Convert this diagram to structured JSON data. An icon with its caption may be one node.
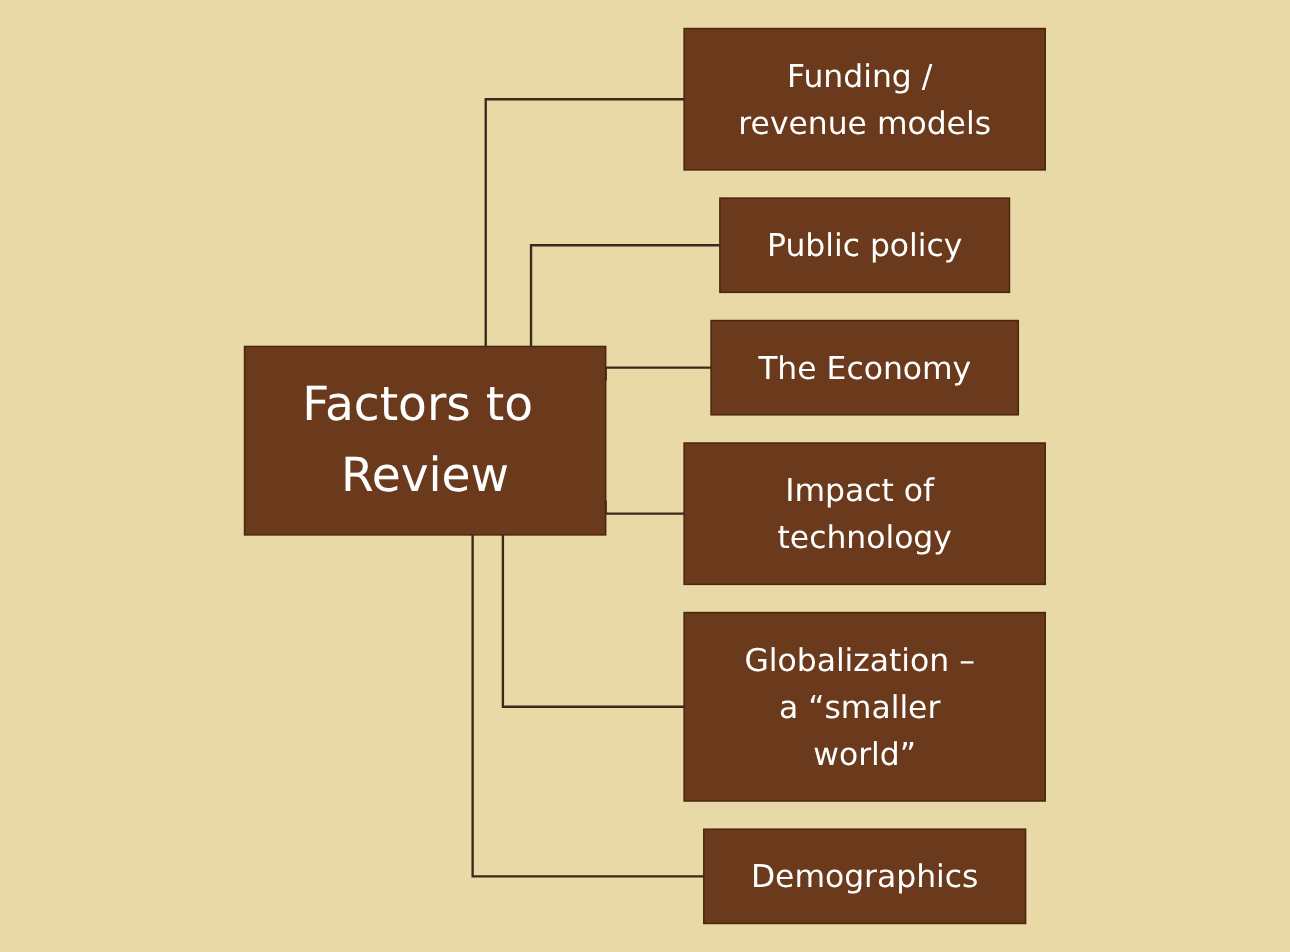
{
  "diagram": {
    "nodes": [
      {
        "text": [
          "Factors to Review"
        ]
      },
      {
        "text": [
          "Funding / revenue models"
        ]
      },
      {
        "text": [
          "Public policy"
        ]
      },
      {
        "text": [
          "The Economy"
        ]
      },
      {
        "text": [
          "Impact of technology"
        ]
      },
      {
        "text": [
          "Globalization – a “smaller world”"
        ]
      },
      {
        "text": [
          "Demographics"
        ]
      }
    ],
    "edges": [
      {
        "from": 0,
        "to": 1,
        "arrow": "none"
      },
      {
        "from": 0,
        "to": 2,
        "arrow": "none"
      },
      {
        "from": 0,
        "to": 3,
        "arrow": "none"
      },
      {
        "from": 0,
        "to": 4,
        "arrow": "none"
      },
      {
        "from": 0,
        "to": 5,
        "arrow": "none"
      },
      {
        "from": 0,
        "to": 6,
        "arrow": "none"
      }
    ]
  }
}
